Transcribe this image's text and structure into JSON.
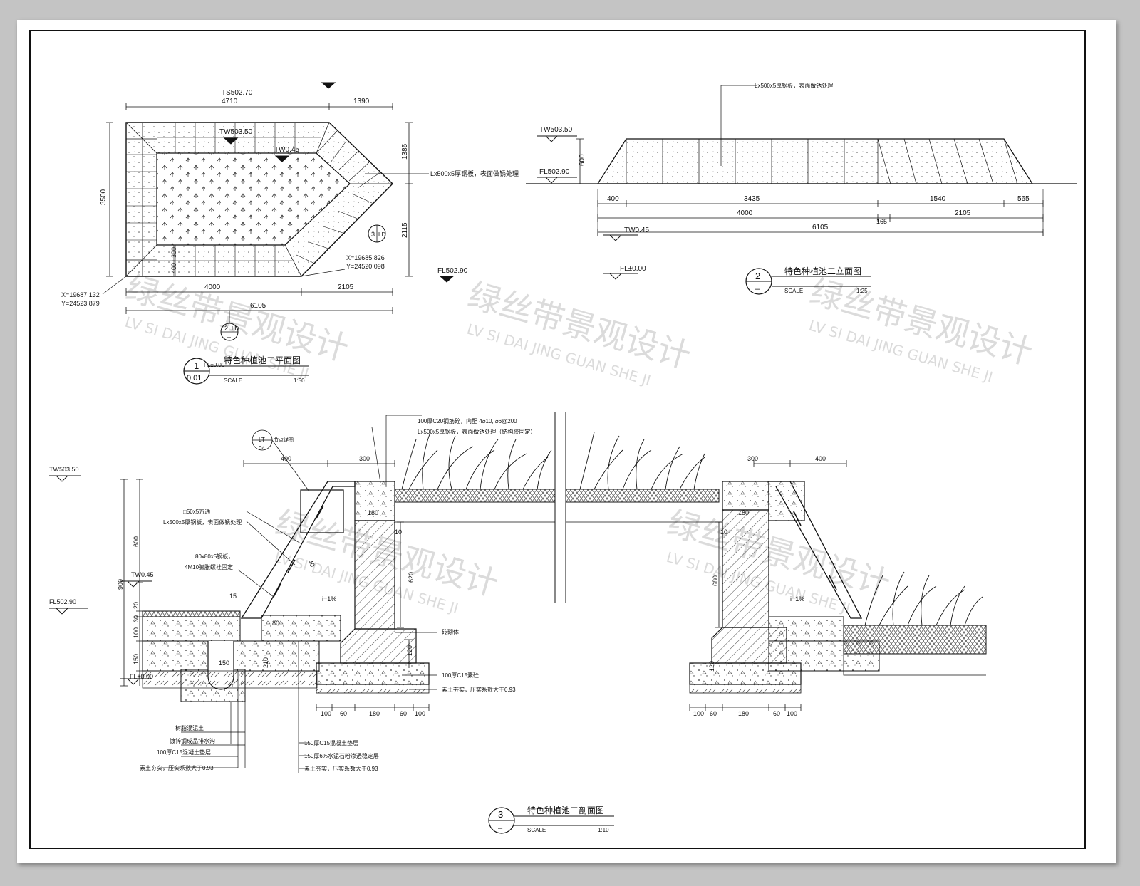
{
  "sheet": {
    "watermark_cn": "绿丝带景观设计",
    "watermark_en": "LV SI DAI JING GUAN SHE JI"
  },
  "plan": {
    "title": "特色种植池二平面图",
    "number": "1",
    "sheet_ref": "0.01",
    "scale_label": "SCALE",
    "scale": "1:50",
    "fl_mark": "FL±0.00",
    "ts": "TS502.70",
    "tw_top": "TW503.50",
    "tw": "TW0.45",
    "fl": "FL502.90",
    "dim_top_1": "4710",
    "dim_top_2": "1390",
    "dim_left": "3500",
    "dim_right_1": "1385",
    "dim_right_2": "2115",
    "dim_bot_1": "4000",
    "dim_bot_2": "2105",
    "dim_bot_total": "6105",
    "dim_300": "300",
    "dim_400": "400",
    "steel_note": "Lx500x5厚钢板，表面做锈处理",
    "coord1_x": "X=19687.132",
    "coord1_y": "Y=24523.879",
    "coord2_x": "X=19685.826",
    "coord2_y": "Y=24520.098",
    "ref_a_num": "3",
    "ref_a_sheet": "LD",
    "ref_b_num": "2",
    "ref_b_sheet": "LD",
    "ref_b_sub": "–"
  },
  "elev": {
    "title": "特色种植池二立面图",
    "number": "2",
    "sub": "–",
    "scale_label": "SCALE",
    "scale": "1:25",
    "tw_top": "TW503.50",
    "fl": "FL502.90",
    "dim_600": "600",
    "note": "Lx500x5厚钢板，表面做锈处理",
    "d1": "400",
    "d2": "3435",
    "d3": "1540",
    "d4": "565",
    "d5": "4000",
    "d6": "2105",
    "d_small": "165",
    "total": "6105",
    "tw": "TW0.45",
    "fl0": "FL±0.00"
  },
  "section": {
    "title": "特色种植池二剖面图",
    "number": "3",
    "sub": "–",
    "scale_label": "SCALE",
    "scale": "1:10",
    "tw_top": "TW503.50",
    "tw": "TW0.45",
    "fl": "FL502.90",
    "fl0": "FL±0.00",
    "ref_sym": "LT",
    "ref_sheet": "04",
    "ref_note": "节点详图",
    "top_note1": "100厚C20钢筋砼，内配  4⌀10, ⌀6@200",
    "top_note2": "Lx500x5厚钢板，表面做锈处理（结构胶固定）",
    "left_note1": "□50x5方通",
    "left_note2": "Lx500x5厚钢板，表面做锈处理",
    "left_note3": "80x80x5钢板，",
    "left_note4": "4M10膨胀螺栓固定",
    "brick": "砖砌体",
    "r_note1": "100厚C15素砼",
    "r_note2": "素土夯实，压实系数大于0.93",
    "b_note1": "树脂混泥土",
    "b_note2": "镀锌钢成品排水沟",
    "b_note3": "100厚C15混凝土垫层",
    "b_note4": "素土夯实，压实系数大于0.93",
    "b_note5": "150厚C15混凝土垫层",
    "b_note6": "150厚6%水泥石粉渗透稳定层",
    "b_note7": "素土夯实，压实系数大于0.93",
    "slope": "i=1%",
    "d400": "400",
    "d300": "300",
    "d900": "900",
    "d600": "600",
    "d620": "620",
    "d680": "680",
    "d180": "180",
    "d150": "150",
    "d100": "100",
    "d60": "60",
    "d30": "30",
    "d20": "20",
    "d15": "15",
    "d80": "80",
    "d210": "210",
    "d120": "120",
    "d10": "10",
    "d40": "40"
  }
}
